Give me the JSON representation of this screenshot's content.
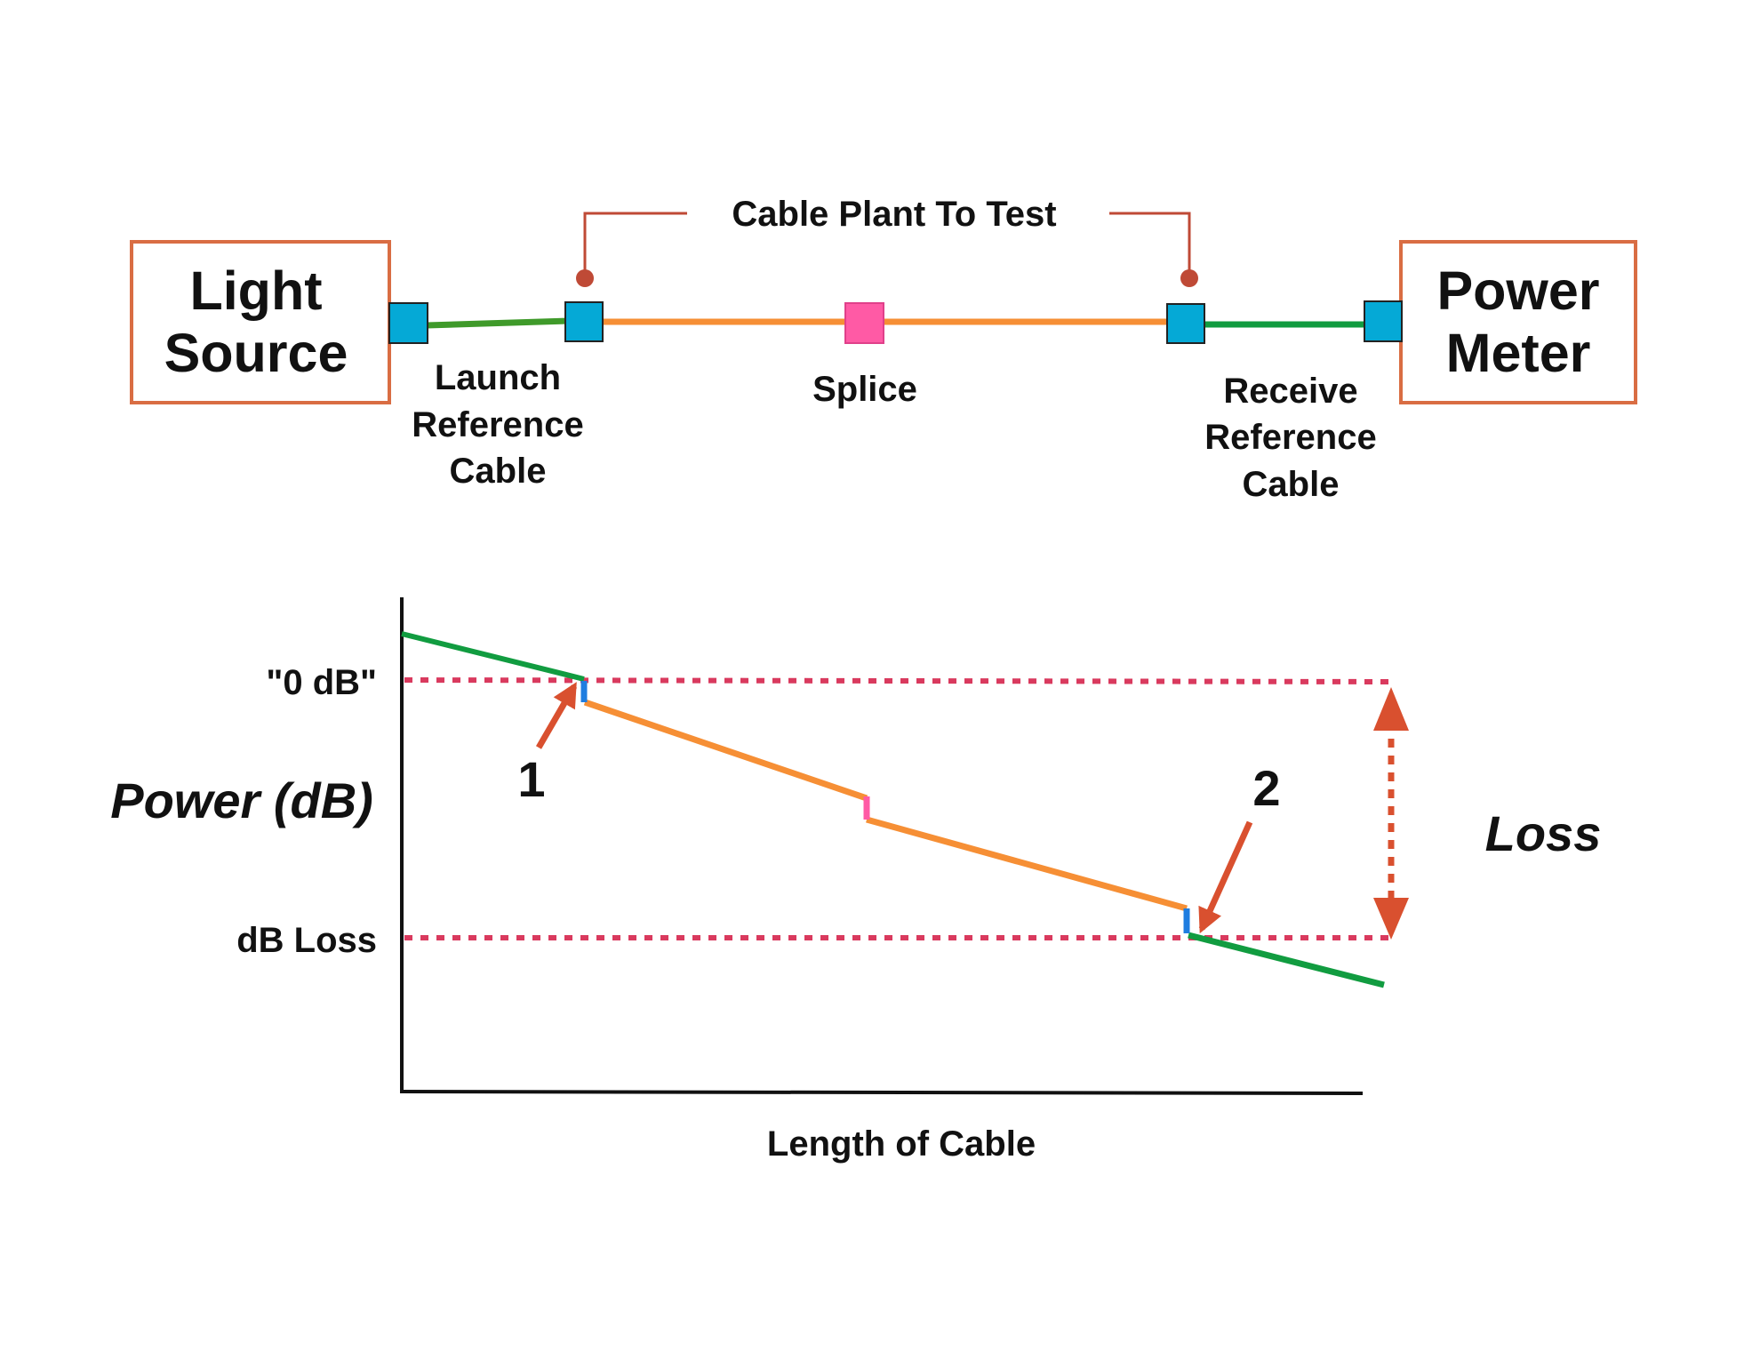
{
  "colors": {
    "box_border": "#d96d43",
    "connector": "#05a9d6",
    "splice": "#ff5aa5",
    "launch_fiber": "#3f9a2a",
    "plant_fiber": "#f68f35",
    "receive_fiber": "#119c40",
    "bracket": "#bf4a36",
    "dotted_ref": "#d93a5e",
    "arrow": "#d9502f",
    "axis": "#111111",
    "event_marker": "#1f7de0"
  },
  "setup": {
    "source_box": {
      "line1": "Light",
      "line2": "Source"
    },
    "meter_box": {
      "line1": "Power",
      "line2": "Meter"
    },
    "cable_plant_label": "Cable Plant To Test",
    "splice_label": "Splice",
    "launch_label": {
      "line1": "Launch",
      "line2": "Reference",
      "line3": "Cable"
    },
    "receive_label": {
      "line1": "Receive",
      "line2": "Reference",
      "line3": "Cable"
    }
  },
  "graph": {
    "y_axis_label": "Power (dB)",
    "x_axis_label": "Length of Cable",
    "zero_ref_label": "\"0 dB\"",
    "loss_ref_label": "dB Loss",
    "marker_1": "1",
    "marker_2": "2",
    "loss_label": "Loss"
  }
}
